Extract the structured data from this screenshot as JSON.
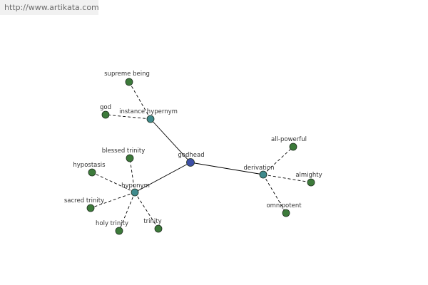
{
  "watermark": "http://www.artikata.com",
  "colors": {
    "center_node": "#3d4fa6",
    "relation_node": "#3f8a8c",
    "leaf_node": "#3c7a3a",
    "node_stroke": "#1f2f1f",
    "edge": "#000000",
    "label": "#333333"
  },
  "graph": {
    "nodes": [
      {
        "id": "godhead",
        "label": "godhead",
        "kind": "center"
      },
      {
        "id": "instance-hypernym",
        "label": "instance hypernym",
        "kind": "relation"
      },
      {
        "id": "hyponym",
        "label": "hyponym",
        "kind": "relation"
      },
      {
        "id": "derivation",
        "label": "derivation",
        "kind": "relation"
      },
      {
        "id": "supreme-being",
        "label": "supreme being",
        "kind": "leaf"
      },
      {
        "id": "god",
        "label": "god",
        "kind": "leaf"
      },
      {
        "id": "blessed-trinity",
        "label": "blessed trinity",
        "kind": "leaf"
      },
      {
        "id": "hypostasis",
        "label": "hypostasis",
        "kind": "leaf"
      },
      {
        "id": "sacred-trinity",
        "label": "sacred trinity",
        "kind": "leaf"
      },
      {
        "id": "holy-trinity",
        "label": "holy trinity",
        "kind": "leaf"
      },
      {
        "id": "trinity",
        "label": "trinity",
        "kind": "leaf"
      },
      {
        "id": "all-powerful",
        "label": "all-powerful",
        "kind": "leaf"
      },
      {
        "id": "almighty",
        "label": "almighty",
        "kind": "leaf"
      },
      {
        "id": "omnipotent",
        "label": "omnipotent",
        "kind": "leaf"
      }
    ],
    "edges": [
      {
        "from": "godhead",
        "to": "instance-hypernym",
        "style": "solid"
      },
      {
        "from": "godhead",
        "to": "hyponym",
        "style": "solid"
      },
      {
        "from": "godhead",
        "to": "derivation",
        "style": "solid"
      },
      {
        "from": "instance-hypernym",
        "to": "supreme-being",
        "style": "dashed"
      },
      {
        "from": "instance-hypernym",
        "to": "god",
        "style": "dashed"
      },
      {
        "from": "hyponym",
        "to": "blessed-trinity",
        "style": "dashed"
      },
      {
        "from": "hyponym",
        "to": "hypostasis",
        "style": "dashed"
      },
      {
        "from": "hyponym",
        "to": "sacred-trinity",
        "style": "dashed"
      },
      {
        "from": "hyponym",
        "to": "holy-trinity",
        "style": "dashed"
      },
      {
        "from": "hyponym",
        "to": "trinity",
        "style": "dashed"
      },
      {
        "from": "derivation",
        "to": "all-powerful",
        "style": "dashed"
      },
      {
        "from": "derivation",
        "to": "almighty",
        "style": "dashed"
      },
      {
        "from": "derivation",
        "to": "omnipotent",
        "style": "dashed"
      }
    ]
  }
}
